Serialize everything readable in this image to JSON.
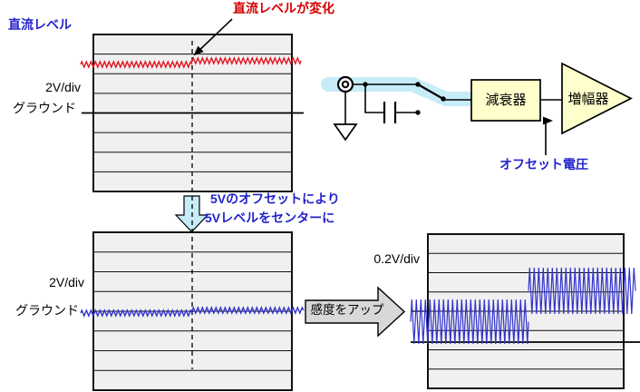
{
  "colors": {
    "blue_text": "#2323cc",
    "red_text": "#d40000",
    "waveform_red": "#e31420",
    "waveform_blue": "#3333cc",
    "highlight_cyan": "#c6ecf7",
    "box_yellow": "#ffffcc",
    "arrow_gray": "#d8d8d8",
    "grid_fill": "#f0f0f0"
  },
  "scope_top": {
    "title": "直流レベル",
    "annotation": "直流レベルが変化",
    "scale_label": "2V/div",
    "ground_label": "グラウンド",
    "divisions": 8
  },
  "offset_note": {
    "line1": "5Vのオフセットにより",
    "line2": "5Vレベルをセンターに"
  },
  "scope_bottom": {
    "scale_label": "2V/div",
    "ground_label": "グラウンド",
    "divisions": 8
  },
  "scope_right": {
    "scale_label": "0.2V/div",
    "divisions": 8
  },
  "sensitivity": {
    "label": "感度をアップ"
  },
  "circuit": {
    "attenuator_label": "減衰器",
    "amplifier_label": "増幅器",
    "offset_label": "オフセット電圧"
  }
}
